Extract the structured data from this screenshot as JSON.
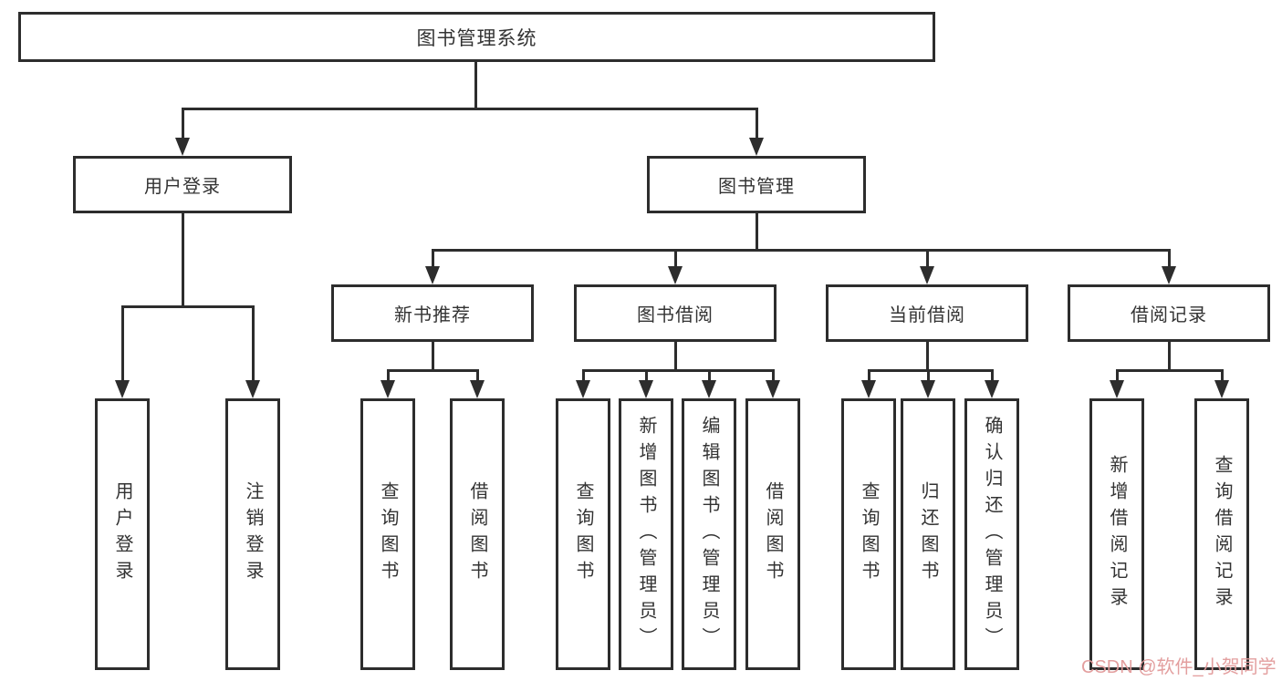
{
  "diagram": {
    "root": {
      "label": "图书管理系统"
    },
    "level1": [
      {
        "id": "user-login",
        "label": "用户登录"
      },
      {
        "id": "book-management",
        "label": "图书管理"
      }
    ],
    "level2": [
      {
        "id": "new-book-recommend",
        "label": "新书推荐"
      },
      {
        "id": "book-borrow",
        "label": "图书借阅"
      },
      {
        "id": "current-borrow",
        "label": "当前借阅"
      },
      {
        "id": "borrow-record",
        "label": "借阅记录"
      }
    ],
    "leaves": [
      {
        "id": "user-login-action",
        "label": "用户登录"
      },
      {
        "id": "logout-action",
        "label": "注销登录"
      },
      {
        "id": "recommend-query-book",
        "label": "查询图书"
      },
      {
        "id": "recommend-borrow-book",
        "label": "借阅图书"
      },
      {
        "id": "borrow-query-book",
        "label": "查询图书"
      },
      {
        "id": "borrow-add-book",
        "label": "新增图书（管理员）"
      },
      {
        "id": "borrow-edit-book",
        "label": "编辑图书（管理员）"
      },
      {
        "id": "borrow-borrow-book",
        "label": "借阅图书"
      },
      {
        "id": "current-query-book",
        "label": "查询图书"
      },
      {
        "id": "current-return-book",
        "label": "归还图书"
      },
      {
        "id": "current-confirm-return",
        "label": "确认归还（管理员）"
      },
      {
        "id": "record-add-record",
        "label": "新增借阅记录"
      },
      {
        "id": "record-query-record",
        "label": "查询借阅记录"
      }
    ]
  },
  "watermark": {
    "text": "CSDN @软件_小贺同学",
    "color": "#e29a9a"
  },
  "colors": {
    "line": "#2d2d2d",
    "text": "#333333",
    "background": "#ffffff"
  }
}
